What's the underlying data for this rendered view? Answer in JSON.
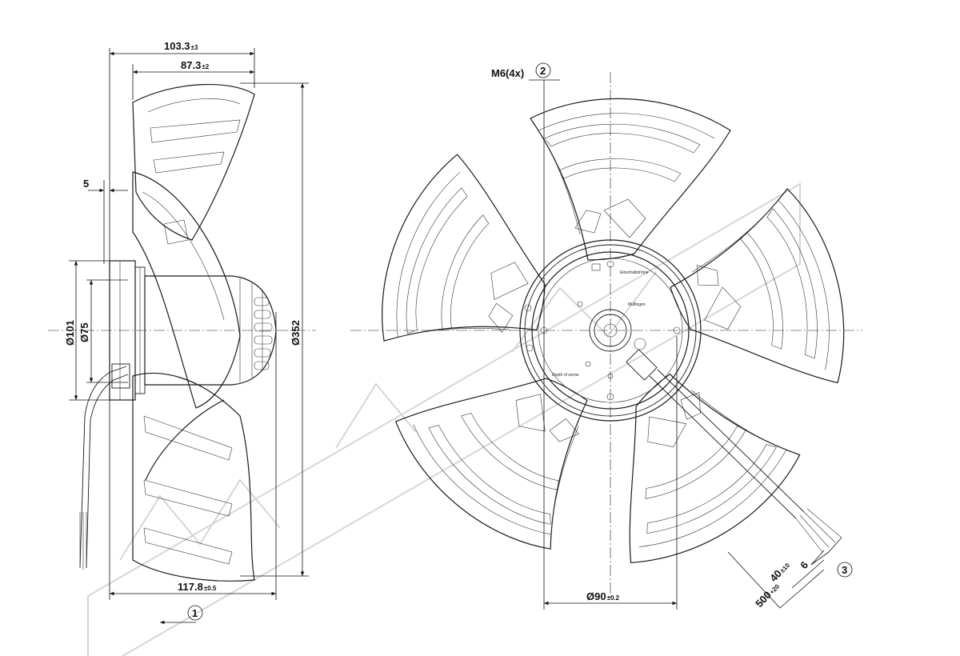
{
  "side_view": {
    "dim_overall_depth": {
      "value": "103.3",
      "tol": "±3"
    },
    "dim_blade_depth": {
      "value": "87.3",
      "tol": "±2"
    },
    "dim_offset": "5",
    "dim_dia_101": "Ø101",
    "dim_dia_75": "Ø75",
    "dim_dia_352": "Ø352",
    "dim_total_length": {
      "value": "117.8",
      "tol": "±0.5"
    },
    "airflow_ref": "1"
  },
  "front_view": {
    "screw_label": "M6(4x)",
    "screw_ref": "2",
    "hole_circle_dia": {
      "value": "Ø90",
      "tol": "±0.2"
    },
    "cable_ref": "3",
    "cable_dims": {
      "strip": "6",
      "lead": {
        "value": "40",
        "tol": "±10"
      },
      "length": {
        "value": "500",
        "tol": "+20"
      }
    }
  }
}
